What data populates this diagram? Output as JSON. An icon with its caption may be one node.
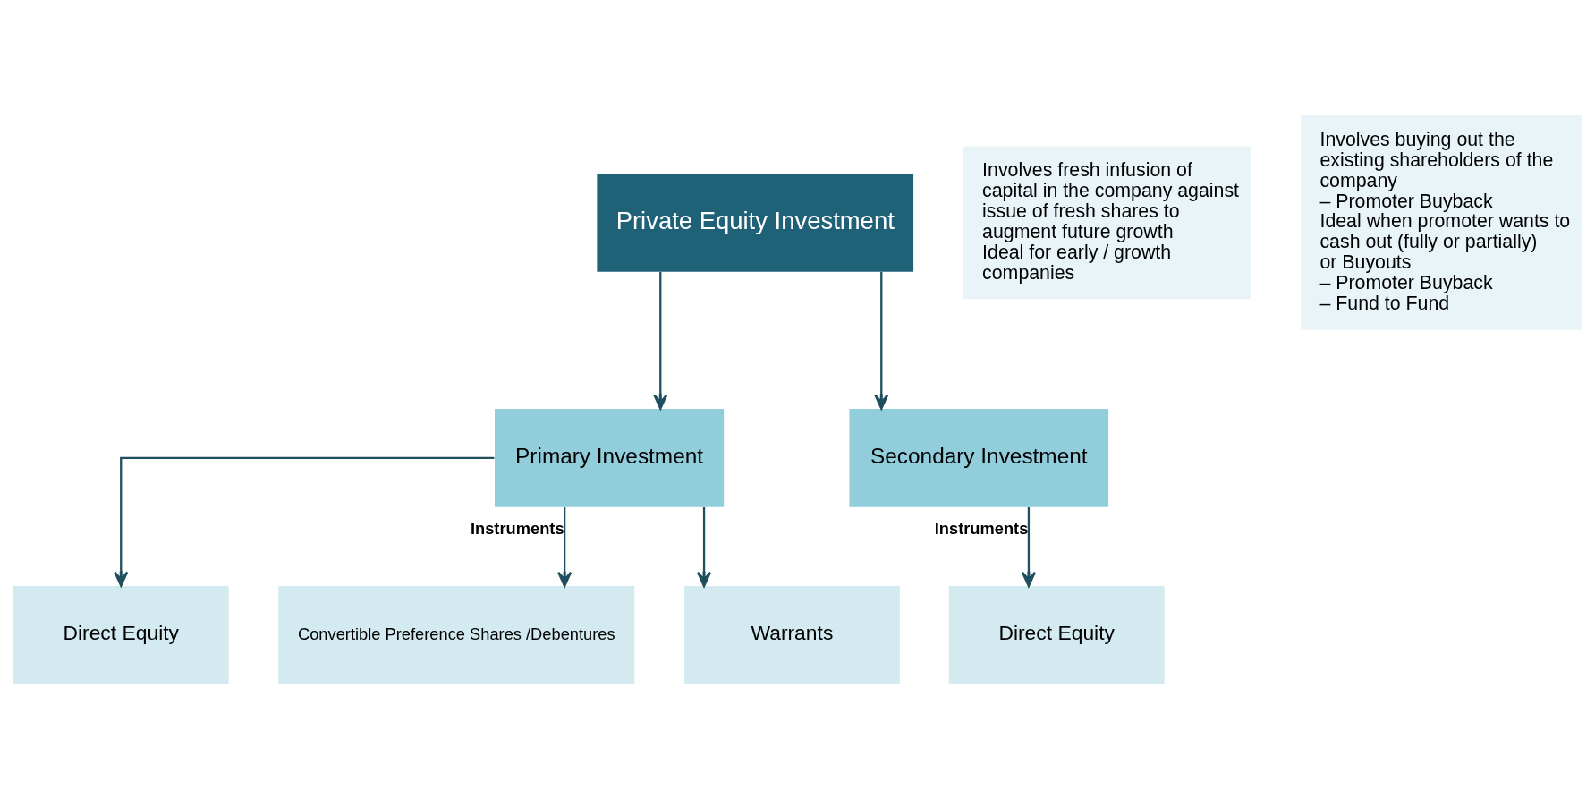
{
  "diagram": {
    "nodes": [
      {
        "text": [
          "Private Equity Investment"
        ]
      },
      {
        "text": [
          "Primary Investment"
        ]
      },
      {
        "text": [
          "Secondary Investment"
        ]
      },
      {
        "text": [
          "Direct Equity"
        ]
      },
      {
        "text": [
          "Convertible Preference Shares /Debentures"
        ]
      },
      {
        "text": [
          "Warrants"
        ]
      },
      {
        "text": [
          "Direct Equity"
        ]
      },
      {
        "text": [
          "Involves fresh infusion of capital in the company against issue of fresh shares to augment future growth",
          "Ideal for early / growth companies"
        ]
      },
      {
        "text": [
          "Involves buying out the existing shareholders of the company",
          "– Promoter Buyback",
          "Ideal when promoter wants to cash out (fully or partially) or Buyouts",
          "– Promoter Buyback",
          "– Fund to Fund"
        ]
      }
    ],
    "edges": [
      {
        "from": 0,
        "to": 1,
        "arrow": "to"
      },
      {
        "from": 0,
        "to": 2,
        "arrow": "to"
      },
      {
        "from": 1,
        "to": 3,
        "arrow": "to"
      },
      {
        "from": 1,
        "to": 4,
        "arrow": "to",
        "label": "Instruments"
      },
      {
        "from": 1,
        "to": 5,
        "arrow": "to"
      },
      {
        "from": 2,
        "to": 6,
        "arrow": "to",
        "label": "Instruments"
      }
    ]
  }
}
